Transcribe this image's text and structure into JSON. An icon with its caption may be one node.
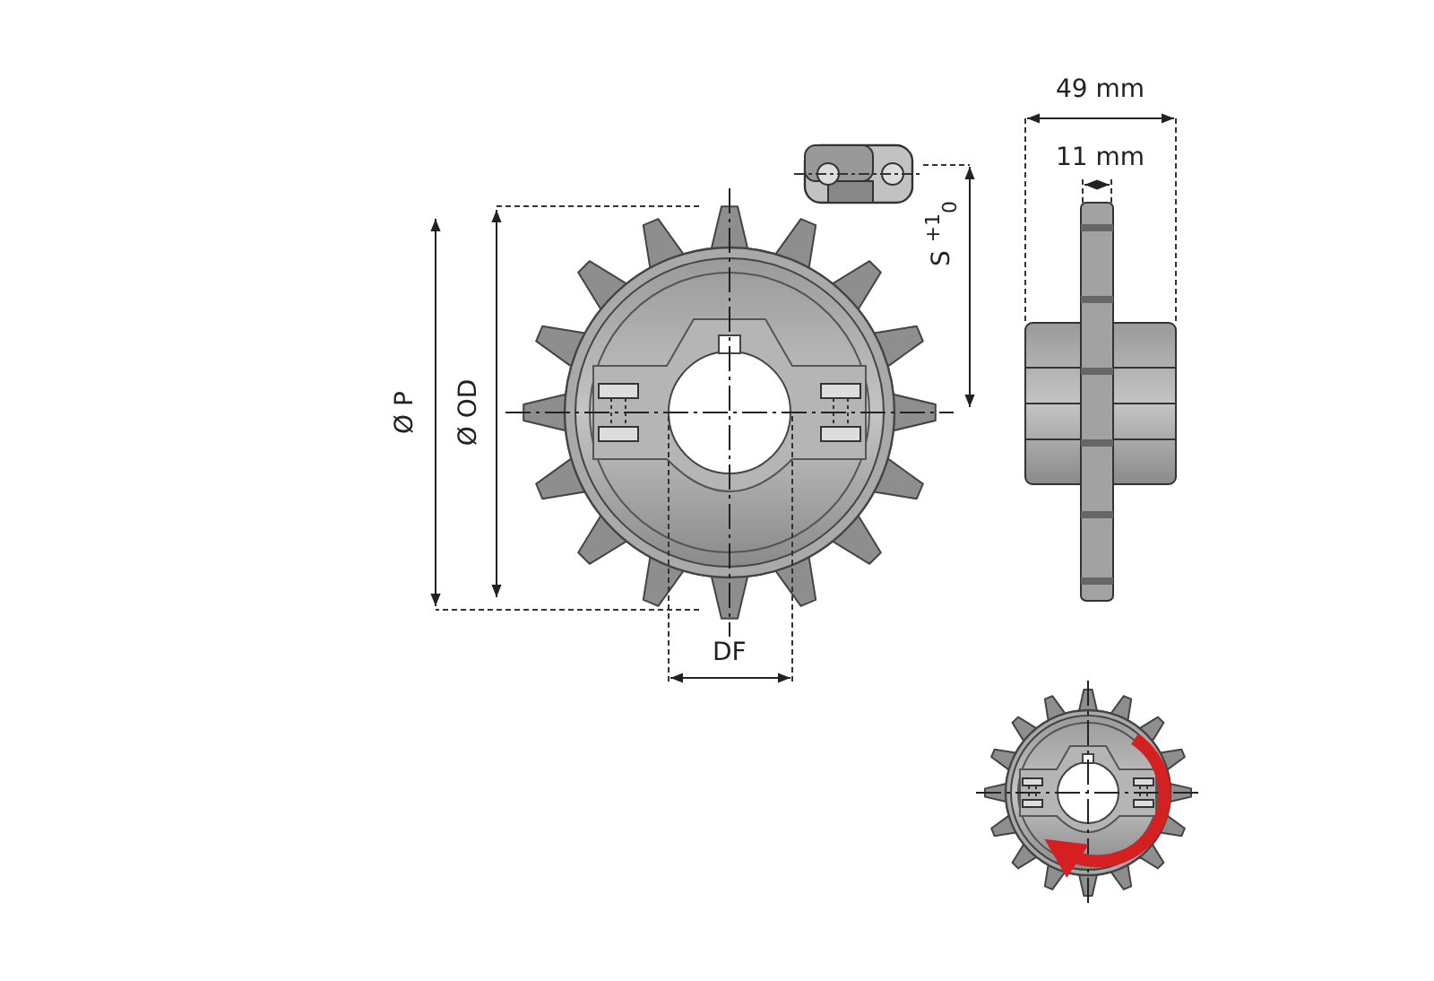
{
  "diagram": {
    "labels": [
      "49 mm",
      "11 mm",
      "S $^{+1}$$_{0}$",
      "Ø P",
      "Ø OD",
      "DF"
    ]
  }
}
